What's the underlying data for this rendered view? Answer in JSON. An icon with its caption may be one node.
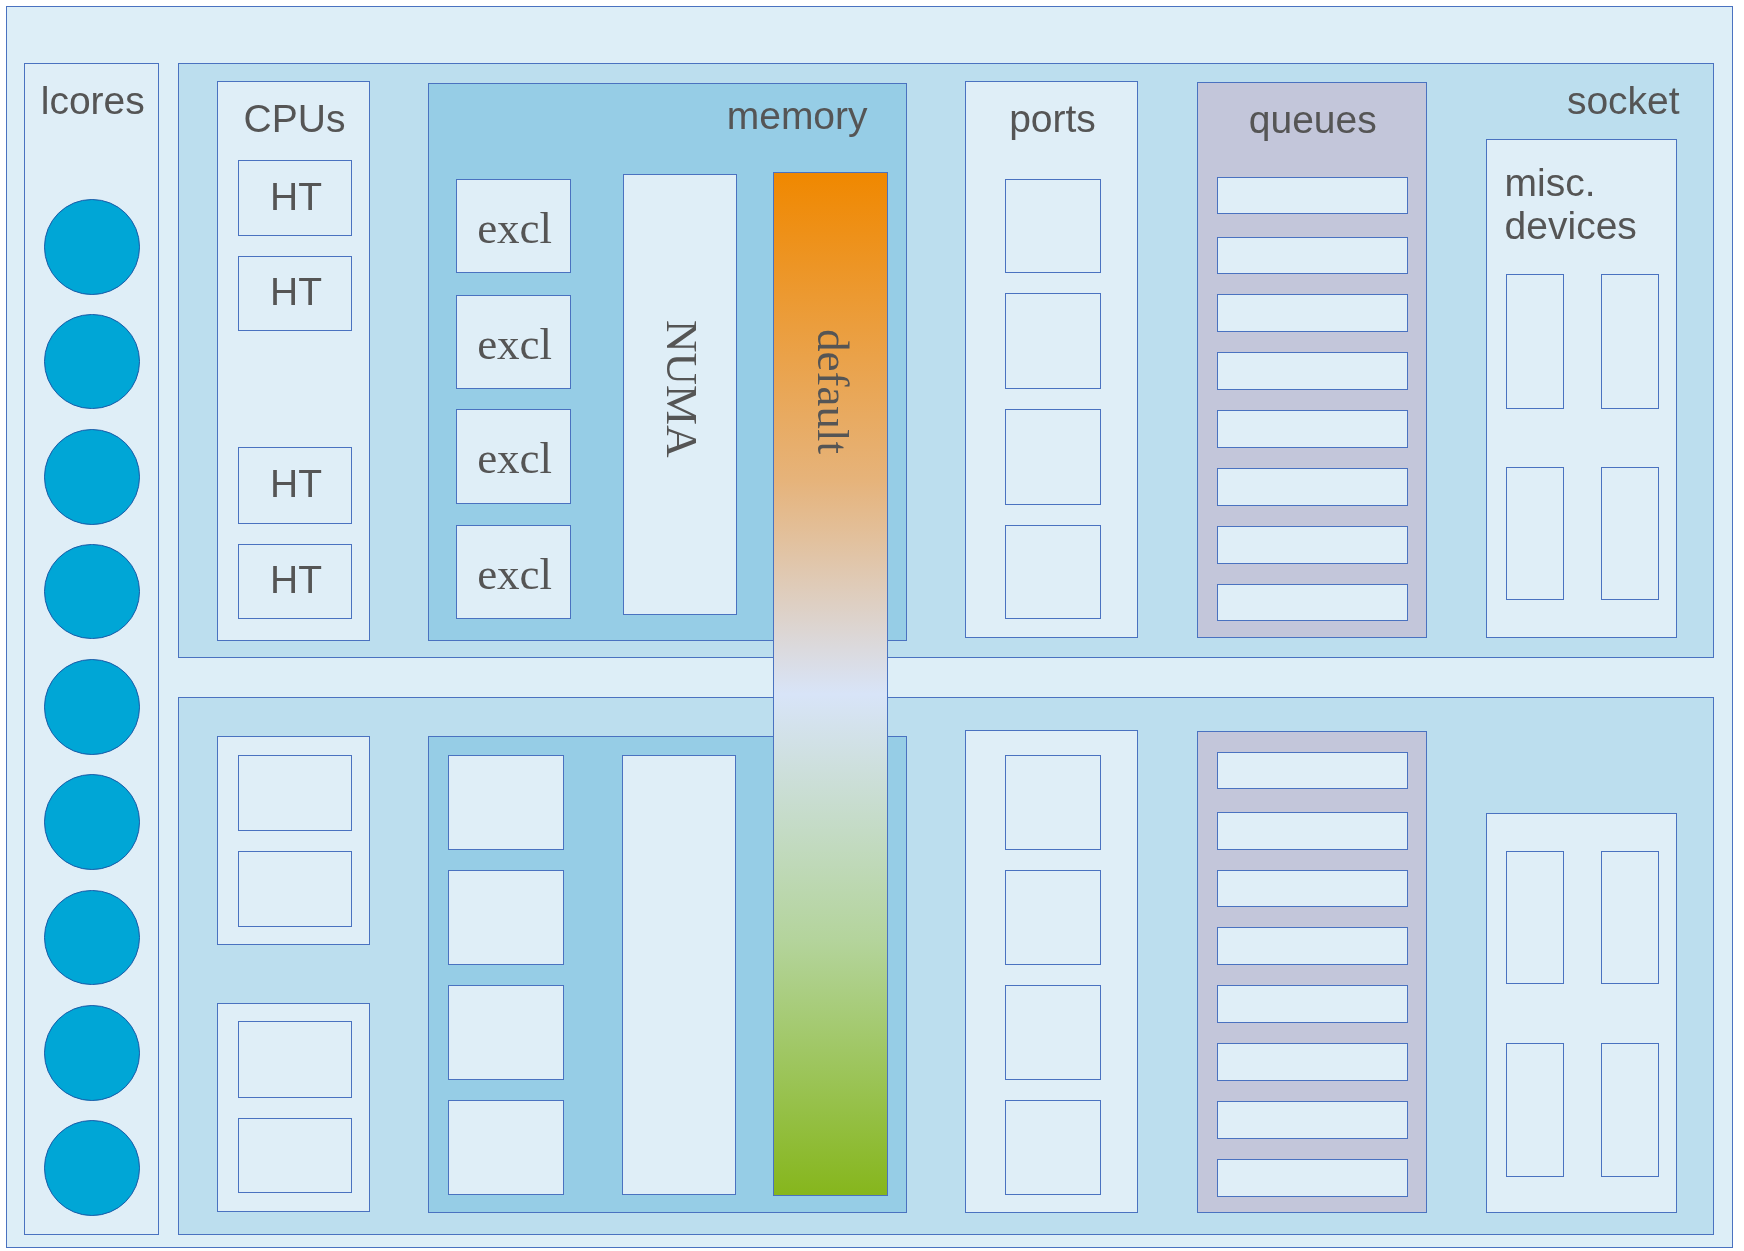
{
  "diagram": {
    "nodes": [
      {
        "text": [
          "lcores"
        ]
      },
      {
        "text": [],
        "shape": "circle",
        "in": 0
      },
      {
        "text": [],
        "shape": "circle",
        "in": 0
      },
      {
        "text": [],
        "shape": "circle",
        "in": 0
      },
      {
        "text": [],
        "shape": "circle",
        "in": 0
      },
      {
        "text": [],
        "shape": "circle",
        "in": 0
      },
      {
        "text": [],
        "shape": "circle",
        "in": 0
      },
      {
        "text": [],
        "shape": "circle",
        "in": 0
      },
      {
        "text": [],
        "shape": "circle",
        "in": 0
      },
      {
        "text": [],
        "shape": "circle",
        "in": 0
      },
      {
        "text": [
          "socket"
        ]
      },
      {
        "text": [
          "CPUs"
        ],
        "in": 10
      },
      {
        "text": [
          "HT"
        ],
        "in": 11
      },
      {
        "text": [
          "HT"
        ],
        "in": 11
      },
      {
        "text": [
          "HT"
        ],
        "in": 11
      },
      {
        "text": [
          "HT"
        ],
        "in": 11
      },
      {
        "text": [
          "memory"
        ],
        "in": 10
      },
      {
        "text": [
          "excl"
        ],
        "in": 16
      },
      {
        "text": [
          "excl"
        ],
        "in": 16
      },
      {
        "text": [
          "excl"
        ],
        "in": 16
      },
      {
        "text": [
          "excl"
        ],
        "in": 16
      },
      {
        "text": [
          "NUMA"
        ],
        "in": 16
      },
      {
        "text": [
          "default"
        ]
      },
      {
        "text": [
          "ports"
        ],
        "in": 10
      },
      {
        "text": [],
        "shape": "box",
        "in": 23
      },
      {
        "text": [],
        "shape": "box",
        "in": 23
      },
      {
        "text": [],
        "shape": "box",
        "in": 23
      },
      {
        "text": [],
        "shape": "box",
        "in": 23
      },
      {
        "text": [
          "queues"
        ],
        "in": 10
      },
      {
        "text": [],
        "shape": "box",
        "in": 28
      },
      {
        "text": [],
        "shape": "box",
        "in": 28
      },
      {
        "text": [],
        "shape": "box",
        "in": 28
      },
      {
        "text": [],
        "shape": "box",
        "in": 28
      },
      {
        "text": [],
        "shape": "box",
        "in": 28
      },
      {
        "text": [],
        "shape": "box",
        "in": 28
      },
      {
        "text": [],
        "shape": "box",
        "in": 28
      },
      {
        "text": [],
        "shape": "box",
        "in": 28
      },
      {
        "text": [
          "misc. devices"
        ],
        "in": 10
      },
      {
        "text": [],
        "shape": "box",
        "in": 37
      },
      {
        "text": [],
        "shape": "box",
        "in": 37
      },
      {
        "text": [],
        "shape": "box",
        "in": 37
      },
      {
        "text": [],
        "shape": "box",
        "in": 37
      },
      {
        "text": [],
        "shape": "box"
      },
      {
        "text": [],
        "shape": "box",
        "in": 42
      },
      {
        "text": [],
        "shape": "box",
        "in": 43
      },
      {
        "text": [],
        "shape": "box",
        "in": 43
      },
      {
        "text": [],
        "shape": "box",
        "in": 42
      },
      {
        "text": [],
        "shape": "box",
        "in": 46
      },
      {
        "text": [],
        "shape": "box",
        "in": 46
      },
      {
        "text": [],
        "shape": "box",
        "in": 42
      },
      {
        "text": [],
        "shape": "box",
        "in": 49
      },
      {
        "text": [],
        "shape": "box",
        "in": 49
      },
      {
        "text": [],
        "shape": "box",
        "in": 49
      },
      {
        "text": [],
        "shape": "box",
        "in": 49
      },
      {
        "text": [],
        "shape": "box",
        "in": 49
      },
      {
        "text": [],
        "shape": "box",
        "in": 42
      },
      {
        "text": [],
        "shape": "box",
        "in": 55
      },
      {
        "text": [],
        "shape": "box",
        "in": 55
      },
      {
        "text": [],
        "shape": "box",
        "in": 55
      },
      {
        "text": [],
        "shape": "box",
        "in": 55
      },
      {
        "text": [],
        "shape": "box",
        "in": 42
      },
      {
        "text": [],
        "shape": "box",
        "in": 60
      },
      {
        "text": [],
        "shape": "box",
        "in": 60
      },
      {
        "text": [],
        "shape": "box",
        "in": 60
      },
      {
        "text": [],
        "shape": "box",
        "in": 60
      },
      {
        "text": [],
        "shape": "box",
        "in": 60
      },
      {
        "text": [],
        "shape": "box",
        "in": 60
      },
      {
        "text": [],
        "shape": "box",
        "in": 60
      },
      {
        "text": [],
        "shape": "box",
        "in": 60
      },
      {
        "text": [],
        "shape": "box",
        "in": 42
      },
      {
        "text": [],
        "shape": "box",
        "in": 69
      },
      {
        "text": [],
        "shape": "box",
        "in": 69
      },
      {
        "text": [],
        "shape": "box",
        "in": 69
      },
      {
        "text": [],
        "shape": "box",
        "in": 69
      }
    ]
  }
}
